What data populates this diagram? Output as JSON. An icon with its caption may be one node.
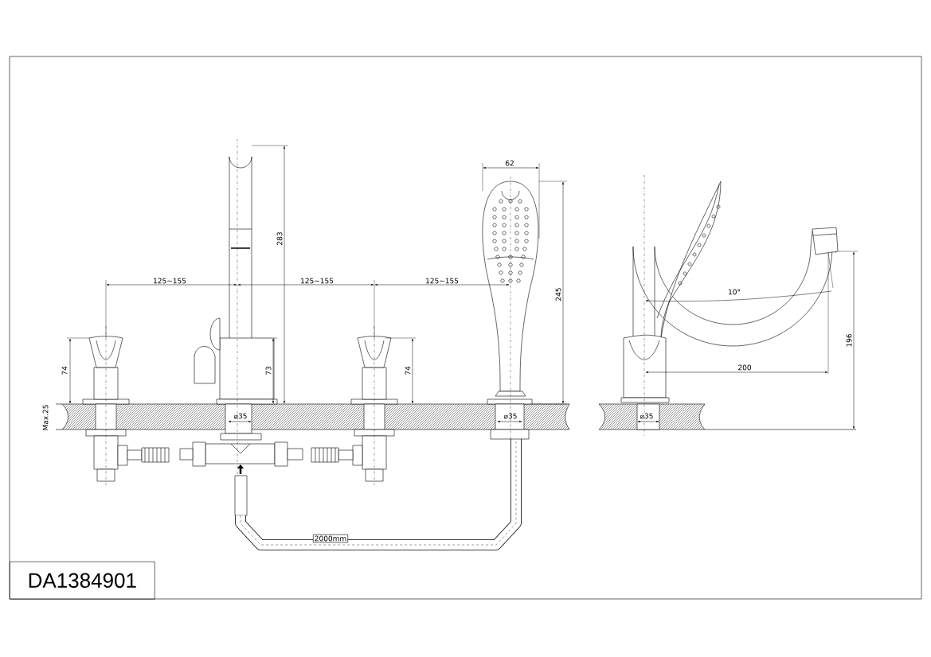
{
  "diagram": {
    "nodes": [
      {
        "text": [
          "DA1384901"
        ]
      }
    ],
    "labels": [
      "62",
      "283",
      "125~155",
      "125~155",
      "125~155",
      "10°",
      "245",
      "196",
      "200",
      "74",
      "73",
      "74",
      "Max.25",
      "⌀35",
      "⌀35",
      "⌀35",
      "2000mm"
    ]
  }
}
